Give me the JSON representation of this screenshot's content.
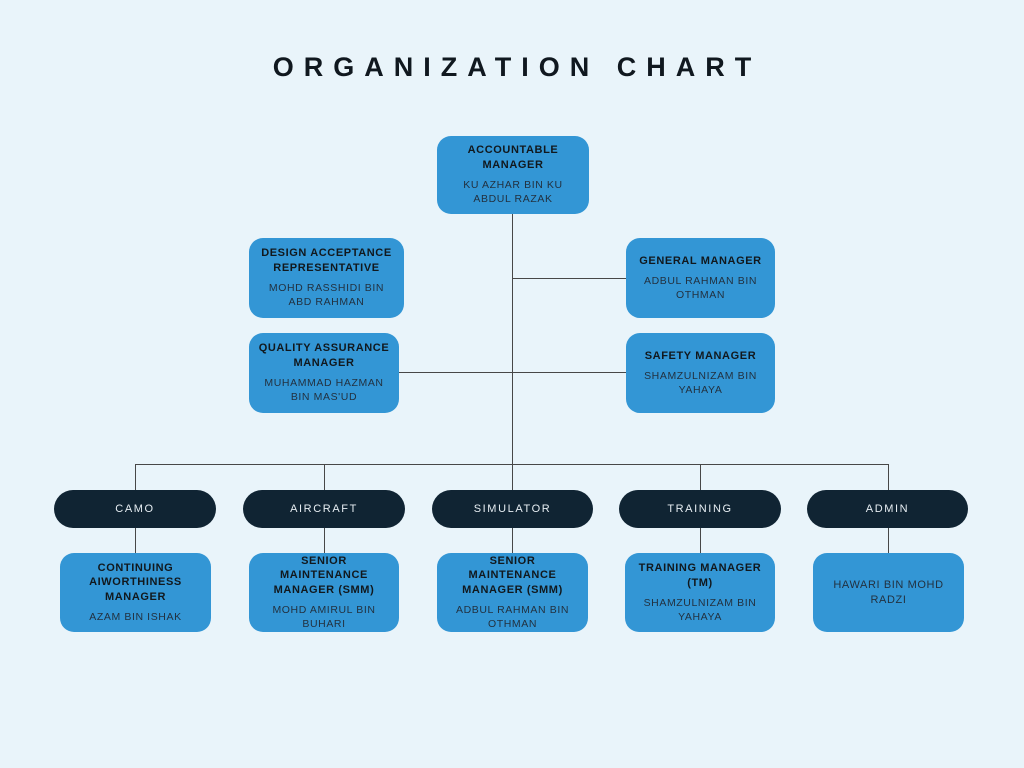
{
  "title": "ORGANIZATION CHART",
  "colors": {
    "background": "#e9f4fa",
    "node_fill": "#3396d5",
    "department_pill_fill": "#102433",
    "connector_line": "#474747",
    "node_text": "#11181d",
    "pill_text": "#e7eef3"
  },
  "nodes": {
    "accountable": {
      "title": "ACCOUNTABLE MANAGER",
      "name": "KU AZHAR BIN KU ABDUL RAZAK"
    },
    "design_acceptance": {
      "title": "DESIGN ACCEPTANCE REPRESENTATIVE",
      "name": "MOHD RASSHIDI BIN ABD RAHMAN"
    },
    "general_manager": {
      "title": "GENERAL MANAGER",
      "name": "ADBUL RAHMAN BIN OTHMAN"
    },
    "quality_assurance": {
      "title": "QUALITY ASSURANCE MANAGER",
      "name": "MUHAMMAD HAZMAN BIN MAS'UD"
    },
    "safety_manager": {
      "title": "SAFETY MANAGER",
      "name": "SHAMZULNIZAM BIN YAHAYA"
    },
    "camo_manager": {
      "title": "CONTINUING AIWORTHINESS MANAGER",
      "name": "AZAM BIN ISHAK"
    },
    "aircraft_manager": {
      "title": "SENIOR MAINTENANCE MANAGER (SMM)",
      "name": "MOHD AMIRUL BIN BUHARI"
    },
    "simulator_manager": {
      "title": "SENIOR MAINTENANCE MANAGER (SMM)",
      "name": "ADBUL RAHMAN BIN OTHMAN"
    },
    "training_manager": {
      "title": "TRAINING MANAGER (TM)",
      "name": "SHAMZULNIZAM BIN YAHAYA"
    },
    "admin_manager": {
      "name": "HAWARI BIN MOHD RADZI"
    }
  },
  "departments": {
    "camo": "CAMO",
    "aircraft": "AIRCRAFT",
    "simulator": "SIMULATOR",
    "training": "TRAINING",
    "admin": "ADMIN"
  }
}
